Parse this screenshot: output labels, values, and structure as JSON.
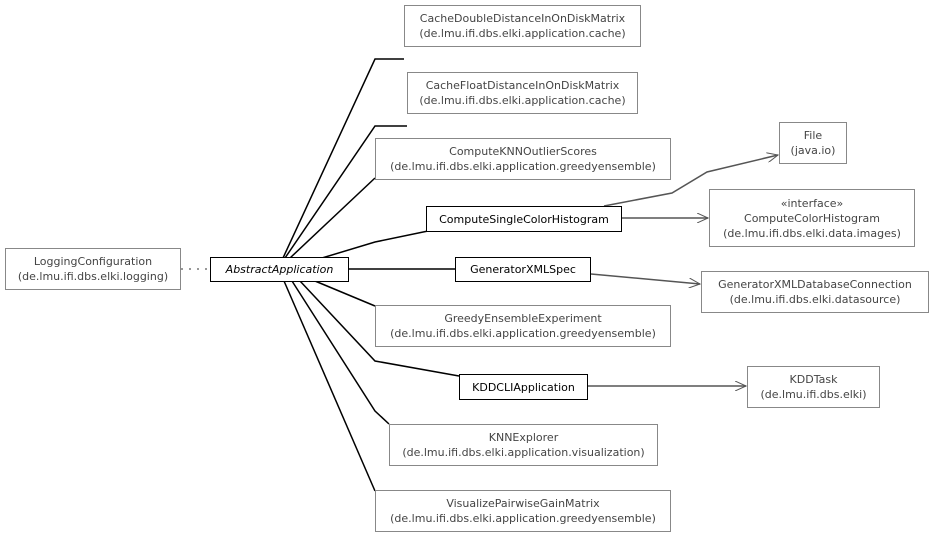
{
  "nodes": [
    {
      "id": "cache_double",
      "name": "CacheDoubleDistanceInOnDiskMatrix",
      "package": "(de.lmu.ifi.dbs.elki.application.cache)"
    },
    {
      "id": "cache_float",
      "name": "CacheFloatDistanceInOnDiskMatrix",
      "package": "(de.lmu.ifi.dbs.elki.application.cache)"
    },
    {
      "id": "compute_knn",
      "name": "ComputeKNNOutlierScores",
      "package": "(de.lmu.ifi.dbs.elki.application.greedyensemble)"
    },
    {
      "id": "file",
      "name": "File",
      "package": "(java.io)"
    },
    {
      "id": "compute_single",
      "name": "ComputeSingleColorHistogram"
    },
    {
      "id": "compute_color",
      "stereotype": "«interface»",
      "name": "ComputeColorHistogram",
      "package": "(de.lmu.ifi.dbs.elki.data.images)"
    },
    {
      "id": "logging_config",
      "name": "LoggingConfiguration",
      "package": "(de.lmu.ifi.dbs.elki.logging)"
    },
    {
      "id": "abstract_app",
      "name": "AbstractApplication"
    },
    {
      "id": "generator_spec",
      "name": "GeneratorXMLSpec"
    },
    {
      "id": "generator_db",
      "name": "GeneratorXMLDatabaseConnection",
      "package": "(de.lmu.ifi.dbs.elki.datasource)"
    },
    {
      "id": "greedy_exp",
      "name": "GreedyEnsembleExperiment",
      "package": "(de.lmu.ifi.dbs.elki.application.greedyensemble)"
    },
    {
      "id": "kddcli",
      "name": "KDDCLIApplication"
    },
    {
      "id": "kddtask",
      "name": "KDDTask",
      "package": "(de.lmu.ifi.dbs.elki)"
    },
    {
      "id": "knn_explorer",
      "name": "KNNExplorer",
      "package": "(de.lmu.ifi.dbs.elki.application.visualization)"
    },
    {
      "id": "visualize_pairwise",
      "name": "VisualizePairwiseGainMatrix",
      "package": "(de.lmu.ifi.dbs.elki.application.greedyensemble)"
    }
  ],
  "colors": {
    "line": "#000000",
    "association": "#555555",
    "dependency": "#777777",
    "border_main": "#000000",
    "border_external": "#888888"
  }
}
